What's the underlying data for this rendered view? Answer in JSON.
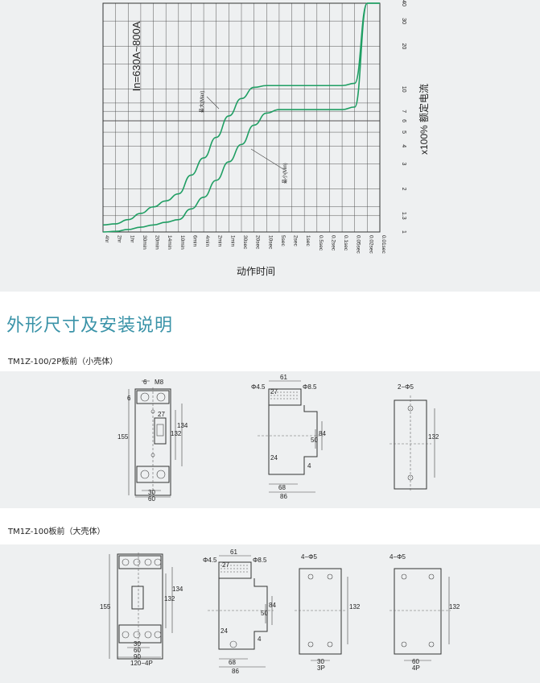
{
  "chart_data": {
    "type": "line",
    "title": "",
    "rating_label": "In=630A~800A",
    "xlabel": "动作时间",
    "ylabel": "x100% 额定电流",
    "x_ticks": [
      "4hr",
      "2hr",
      "1hr",
      "30min",
      "20min",
      "14min",
      "10min",
      "6min",
      "4min",
      "2min",
      "1min",
      "30sec",
      "20sec",
      "10sec",
      "5sec",
      "2sec",
      "1sec",
      "0.5sec",
      "0.2sec",
      "0.1sec",
      "0.05sec",
      "0.02sec",
      "0.01sec"
    ],
    "y_ticks": [
      "1",
      "1.3",
      "2",
      "3",
      "4",
      "5",
      "6",
      "7",
      "10",
      "20",
      "30",
      "40"
    ],
    "ylim": [
      1,
      40
    ],
    "log_y": true,
    "series": [
      {
        "name": "最大(Max)",
        "y": [
          1.12,
          1.14,
          1.22,
          1.35,
          1.5,
          1.65,
          1.85,
          2.5,
          3.3,
          4.6,
          6.5,
          8.6,
          10.3,
          10.6,
          10.6,
          10.6,
          10.6,
          10.6,
          10.6,
          10.6,
          11.0,
          40,
          40
        ]
      },
      {
        "name": "最小(Min)",
        "y": [
          1.0,
          1.01,
          1.04,
          1.08,
          1.12,
          1.17,
          1.22,
          1.45,
          1.75,
          2.3,
          3.1,
          4.1,
          5.6,
          6.8,
          7.2,
          7.2,
          7.2,
          7.2,
          7.2,
          7.2,
          7.5,
          40,
          40
        ]
      }
    ],
    "grid": true,
    "legend": "inline annotations"
  },
  "section_title": "外形尺寸及安装说明",
  "diagram1": {
    "caption": "TM1Z-100/2P板前（小壳体）",
    "front": {
      "d6": "6",
      "m8": "M8",
      "d6b": "6",
      "d27": "27",
      "d155": "155",
      "d134": "134",
      "d132": "132",
      "d30": "30",
      "d60": "60"
    },
    "side": {
      "phi45": "Φ4.5",
      "d27": "27",
      "d61": "61",
      "phi85": "Φ8.5",
      "d84": "84",
      "d50": "50",
      "d24": "24",
      "d4": "4",
      "d68": "68",
      "d86": "86"
    },
    "mount": {
      "holes": "2−Φ5",
      "d132": "132"
    }
  },
  "diagram2": {
    "caption": "TM1Z-100板前（大壳体）",
    "front": {
      "d155": "155",
      "d134": "134",
      "d132": "132",
      "d30": "30",
      "d60": "60",
      "d90": "90",
      "d120": "120−4P"
    },
    "side": {
      "phi45": "Φ4.5",
      "d27": "27",
      "d61": "61",
      "phi85": "Φ8.5",
      "d84": "84",
      "d50": "50",
      "d24": "24",
      "d4": "4",
      "d68": "68",
      "d86": "86"
    },
    "mount3p": {
      "holes": "4−Φ5",
      "d132": "132",
      "d30": "30",
      "d3p": "3P"
    },
    "mount4p": {
      "holes": "4−Φ5",
      "d132": "132",
      "d60": "60",
      "d4p": "4P"
    }
  }
}
